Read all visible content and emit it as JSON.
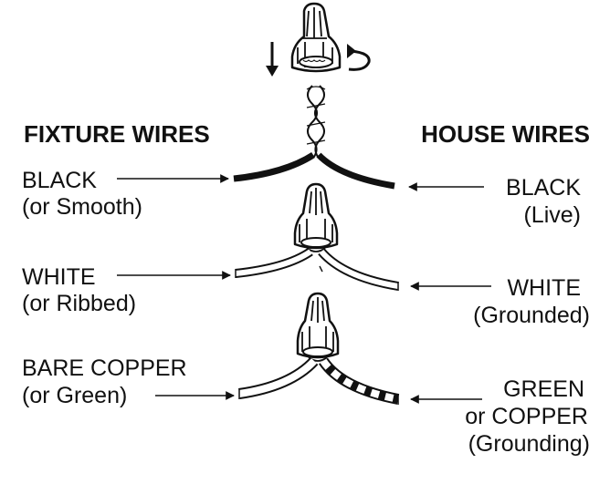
{
  "headings": {
    "fixture": "FIXTURE WIRES",
    "house": "HOUSE WIRES"
  },
  "rows": [
    {
      "left_line1": "BLACK",
      "left_line2": "(or Smooth)",
      "right_line1": "BLACK",
      "right_line2": "(Live)"
    },
    {
      "left_line1": "WHITE",
      "left_line2": "(or Ribbed)",
      "right_line1": "WHITE",
      "right_line2": "(Grounded)"
    },
    {
      "left_line1": "BARE COPPER",
      "left_line2": "(or Green)",
      "right_line1": "GREEN",
      "right_line2": "or COPPER",
      "right_line3": "(Grounding)"
    }
  ],
  "colors": {
    "ink": "#111111",
    "background": "#ffffff"
  },
  "icons": [
    "wire-nut-icon",
    "down-arrow-icon",
    "twist-arrow-icon",
    "arrow-pointer-icon"
  ]
}
